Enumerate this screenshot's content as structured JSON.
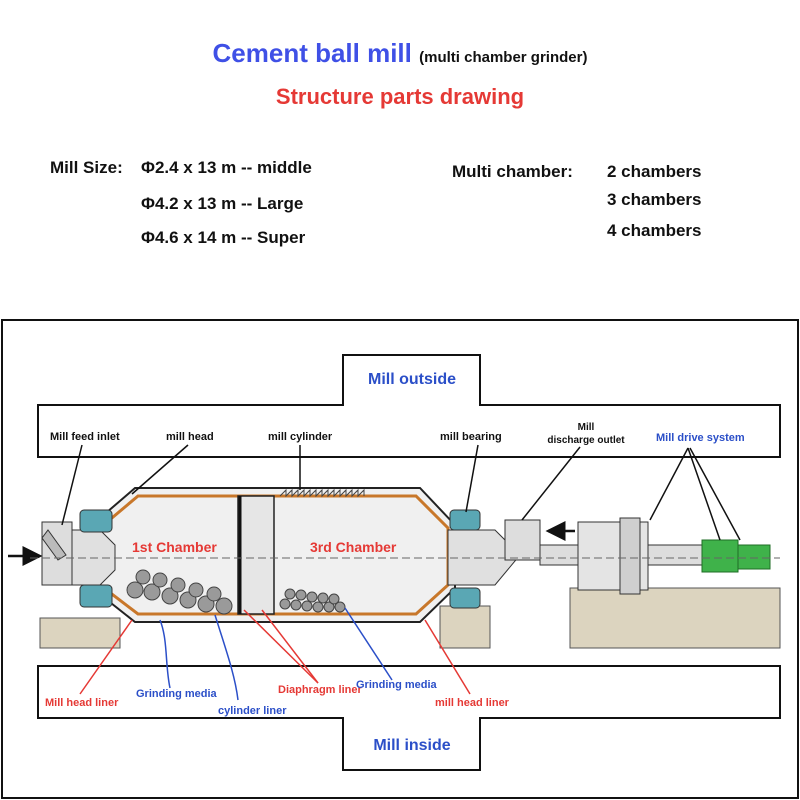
{
  "header": {
    "title": "Cement ball mill",
    "title_suffix": "(multi chamber grinder)",
    "subtitle": "Structure parts drawing"
  },
  "specs": {
    "size_label": "Mill Size:",
    "sizes": [
      "Φ2.4 x 13 m -- middle",
      "Φ4.2 x 13 m -- Large",
      "Φ4.6 x 14 m -- Super"
    ],
    "chamber_label": "Multi chamber:",
    "chambers": [
      "2  chambers",
      "3  chambers",
      "4  chambers"
    ]
  },
  "diagram": {
    "outside_title": "Mill outside",
    "inside_title": "Mill inside",
    "top_labels": {
      "feed_inlet": "Mill feed inlet",
      "mill_head": "mill head",
      "mill_cylinder": "mill cylinder",
      "mill_bearing": "mill bearing",
      "discharge_1": "Mill",
      "discharge_2": "discharge outlet",
      "drive_system": "Mill drive system"
    },
    "chamber_labels": {
      "first": "1st Chamber",
      "third": "3rd Chamber"
    },
    "bottom_labels": {
      "head_liner_left": "Mill head liner",
      "grinding_media_1": "Grinding media",
      "cylinder_liner": "cylinder liner",
      "diaphragm_liner": "Diaphragm liner",
      "grinding_media_2": "Grinding media",
      "head_liner_right": "mill head liner"
    },
    "colors": {
      "red_label": "#e53935",
      "blue_label": "#2b4fc8",
      "black_label": "#111111",
      "liner": "#c8772a",
      "drive_green": "#3fb24a",
      "bearing_teal": "#5aa7b4"
    }
  }
}
